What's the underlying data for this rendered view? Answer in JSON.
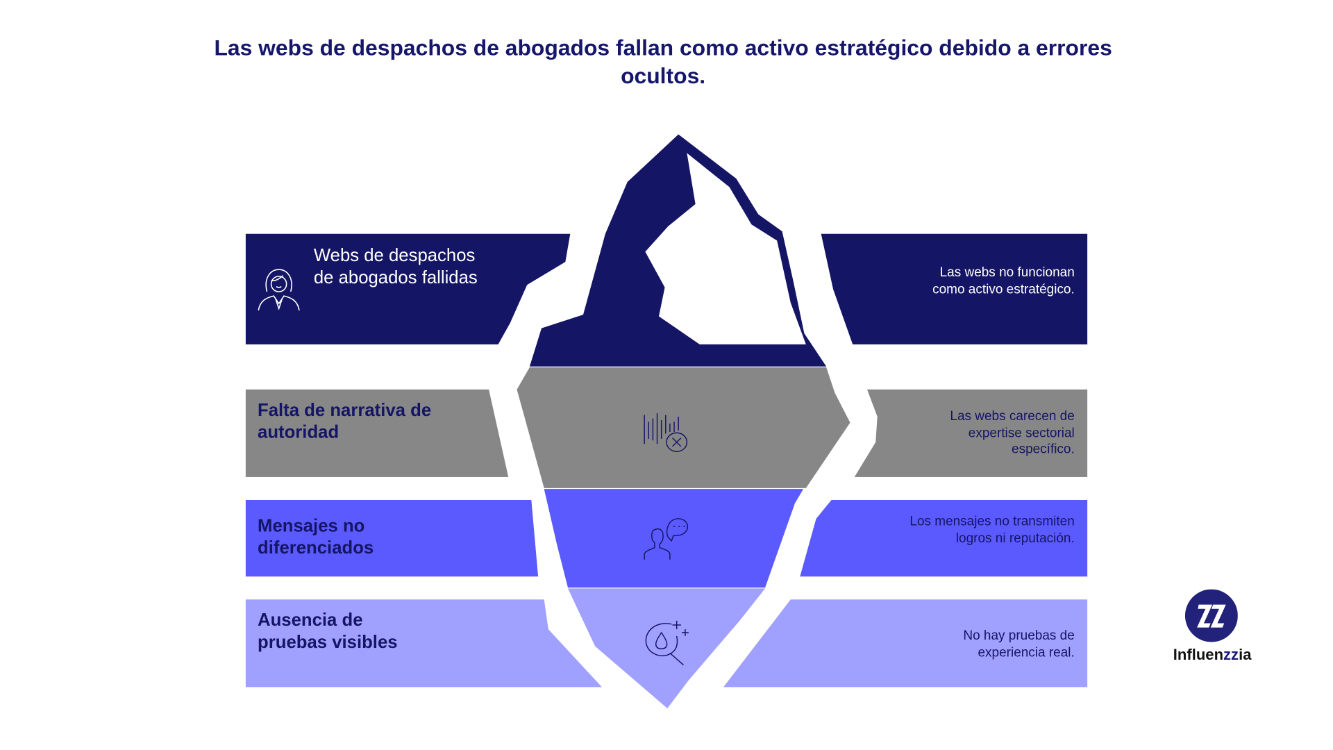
{
  "title": "Las webs de despachos de abogados fallan como activo estratégico debido a errores ocultos.",
  "layers": [
    {
      "label": "Webs de despachos de abogados fallidas",
      "description": "Las webs no funcionan como activo estratégico.",
      "icon": "lawyer-icon",
      "color": "#151565"
    },
    {
      "label": "Falta de narrativa de autoridad",
      "description": "Las webs carecen de expertise sectorial específico.",
      "icon": "sound-bars-cancel-icon",
      "color": "#878787"
    },
    {
      "label": "Mensajes no diferenciados",
      "description": "Los mensajes no transmiten logros ni reputación.",
      "icon": "person-speech-icon",
      "color": "#5a5aff"
    },
    {
      "label": "Ausencia de pruebas visibles",
      "description": "No hay pruebas de experiencia real.",
      "icon": "drop-search-icon",
      "color": "#a0a0ff"
    }
  ],
  "logo": {
    "name_prefix": "Influen",
    "name_highlight": "zz",
    "name_suffix": "ia"
  }
}
